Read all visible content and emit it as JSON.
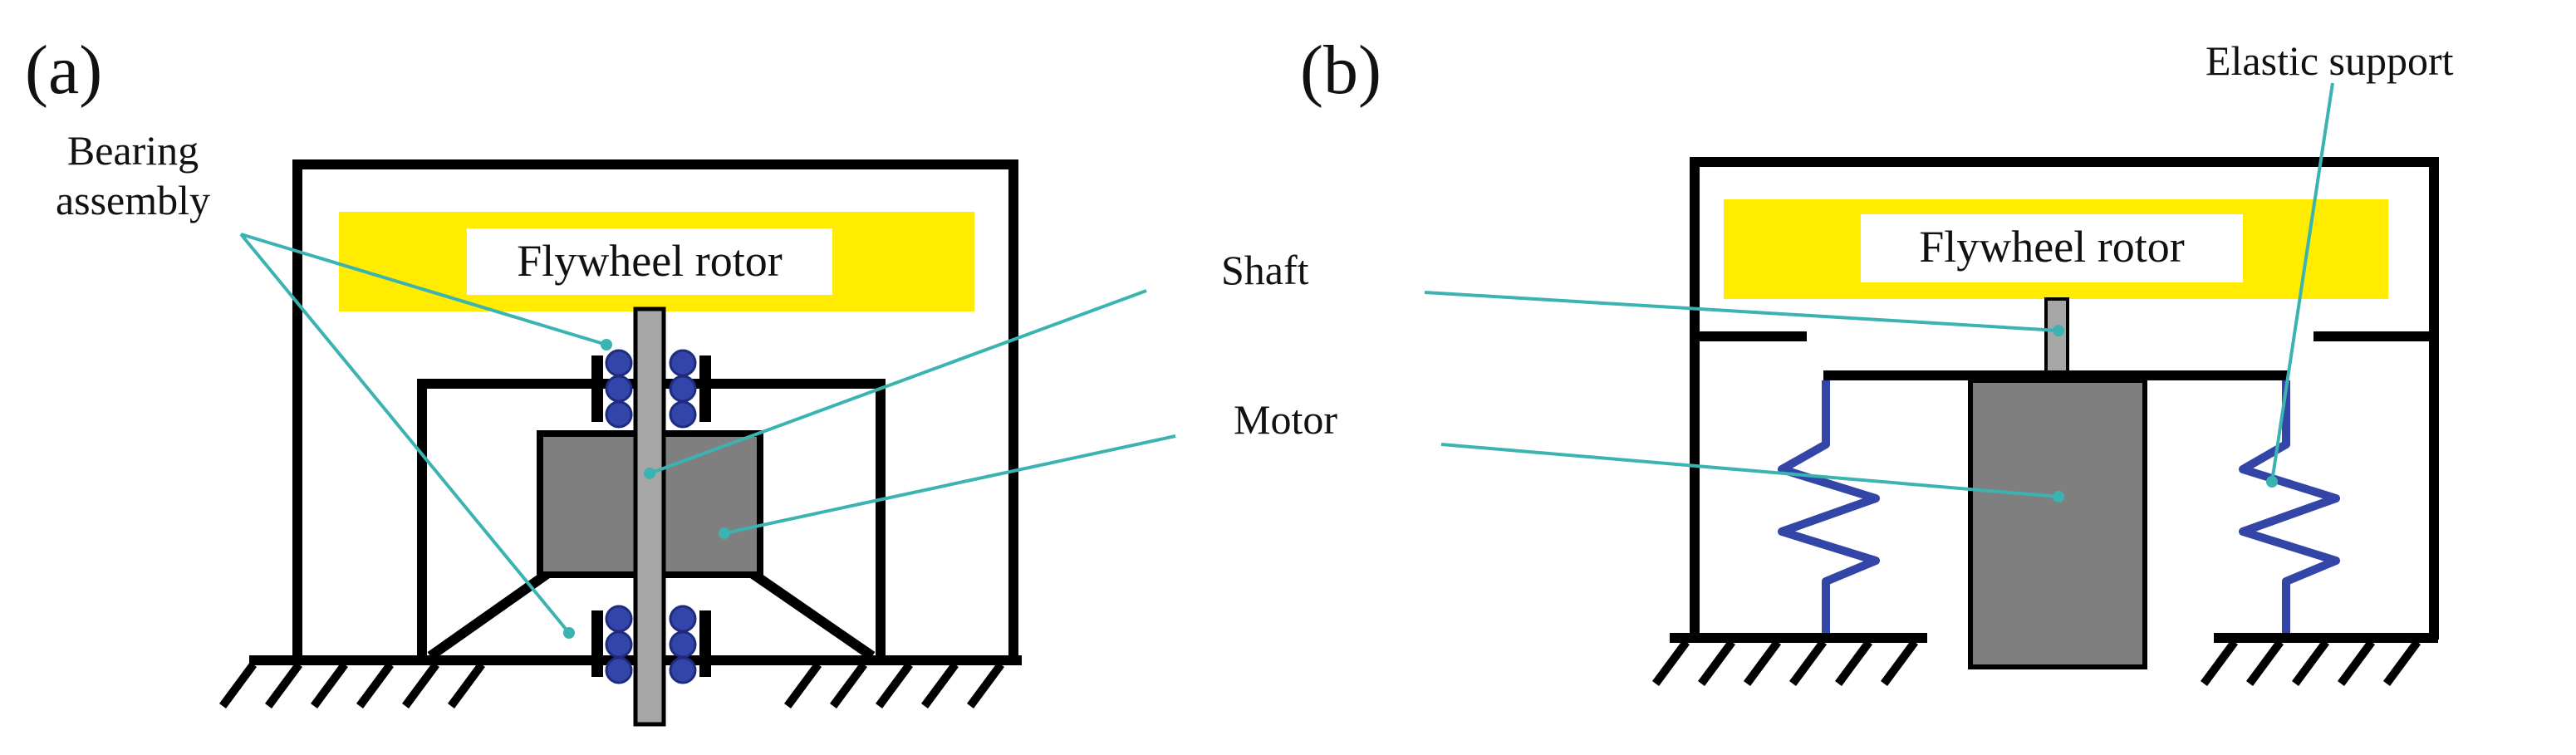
{
  "panel_a": {
    "letter": "(a)",
    "label_bearing_line1": "Bearing",
    "label_bearing_line2": "assembly",
    "label_rotor": "Flywheel rotor"
  },
  "panel_b": {
    "letter": "(b)",
    "label_elastic": "Elastic support",
    "label_rotor": "Flywheel rotor"
  },
  "labels": {
    "shaft": "Shaft",
    "motor": "Motor"
  },
  "colors": {
    "rotor": "#ffec00",
    "motor": "#7f7f7f",
    "shaft": "#a6a6a6",
    "bearing": "#3346a8",
    "spring": "#3346a8",
    "leader": "#3bb3b0",
    "frame": "#000000"
  }
}
